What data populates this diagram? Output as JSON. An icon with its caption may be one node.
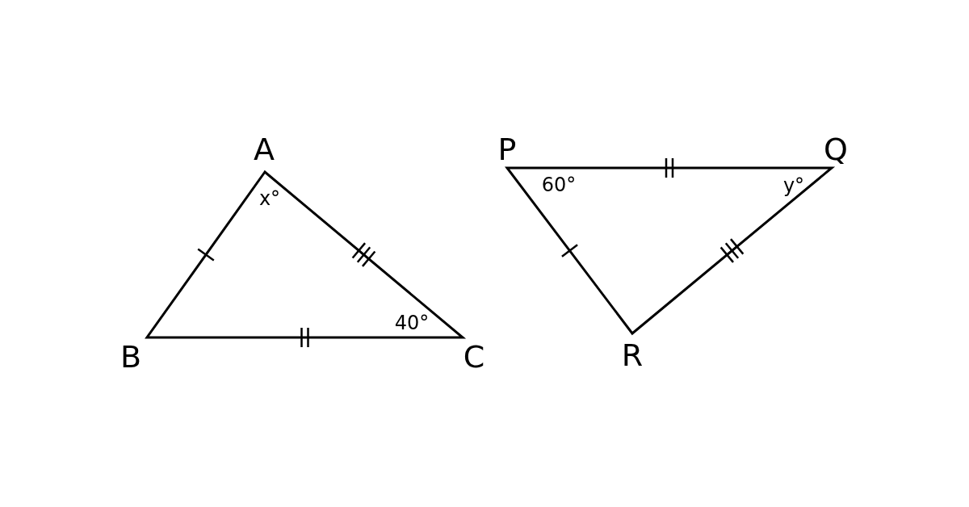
{
  "diagram": {
    "labels": [
      "A",
      "x°",
      "B",
      "C",
      "40°",
      "P",
      "60°",
      "Q",
      "y°",
      "R"
    ]
  }
}
